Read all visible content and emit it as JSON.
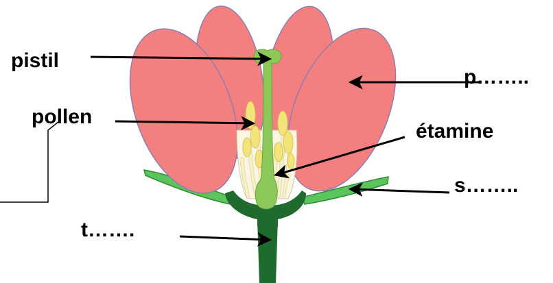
{
  "labels": {
    "pistil": "pistil",
    "pollen": "pollen",
    "petal": "p……..",
    "stamen": "étamine",
    "sepal": "s……..",
    "stem": "t……."
  },
  "colors": {
    "petal": "#f47f7f",
    "petal_outline": "#8a7fb5",
    "sepal": "#5cc45c",
    "receptacle": "#1f6b2e",
    "pistil": "#8cc85a",
    "pollen": "#f2e47a",
    "filament": "#f6f1c8",
    "arrow": "#000000"
  }
}
